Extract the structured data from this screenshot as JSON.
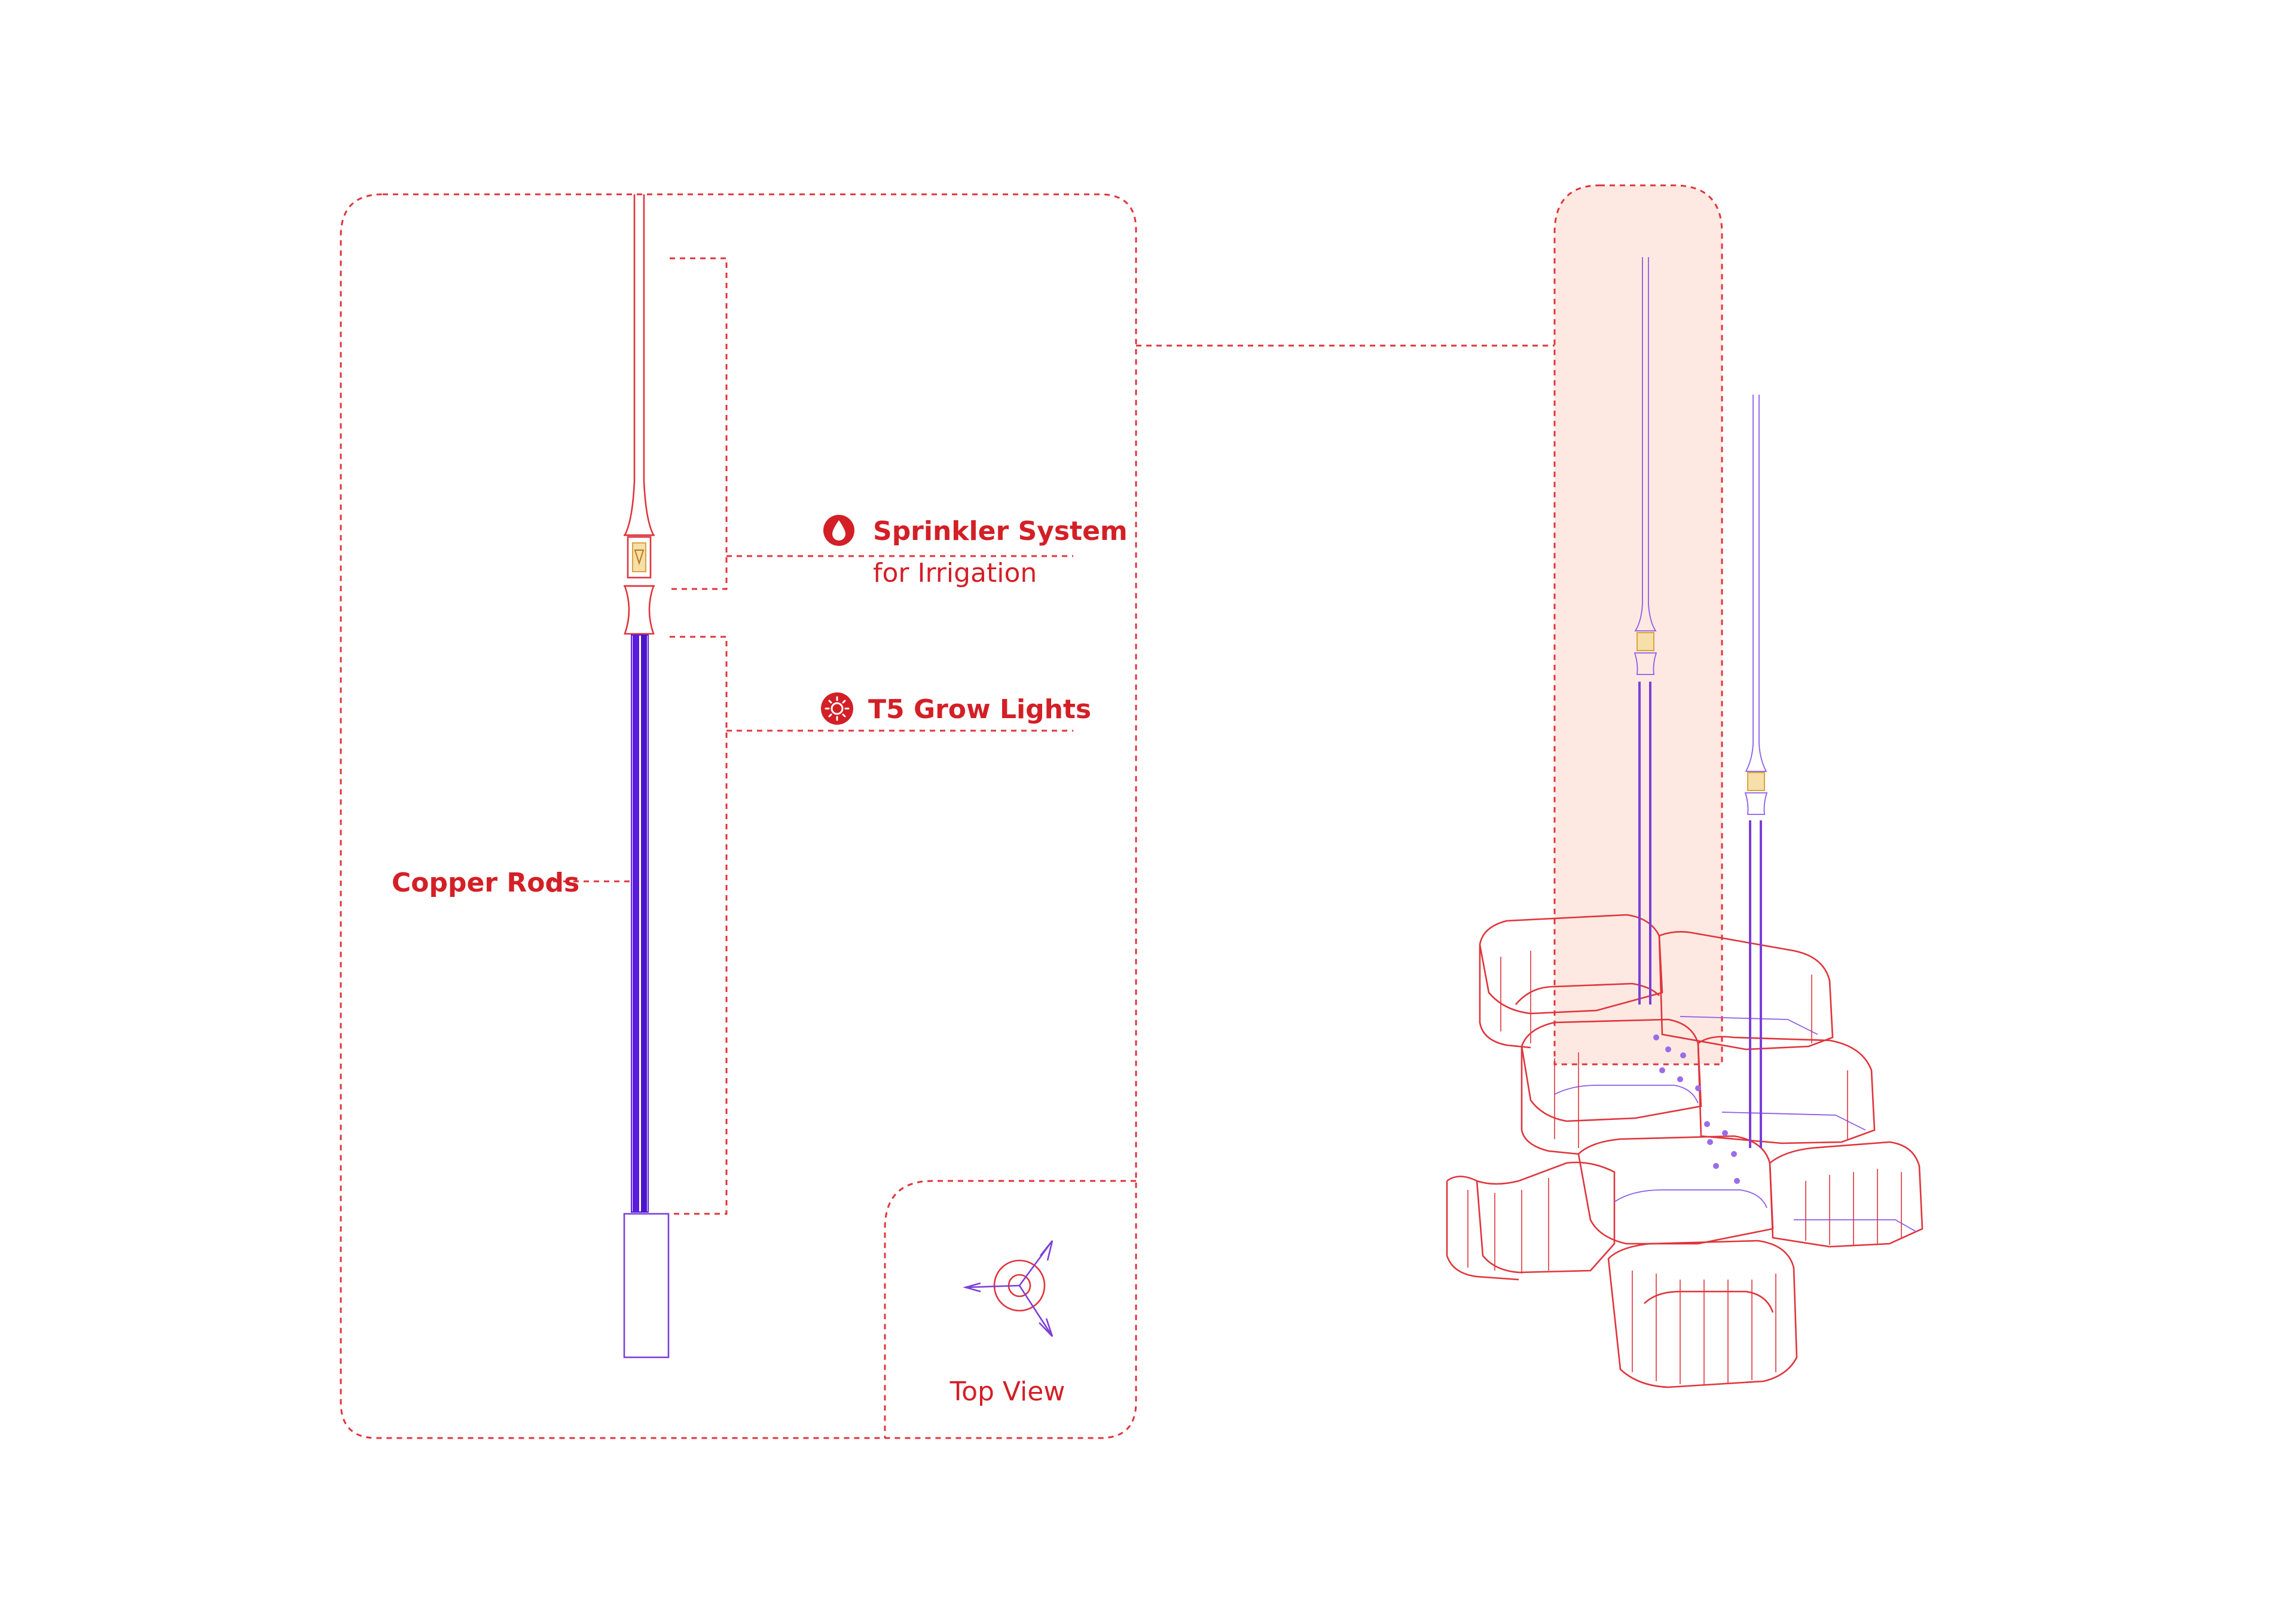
{
  "labels": {
    "sprinkler_title": "Sprinkler System",
    "sprinkler_sub": "for Irrigation",
    "grow_lights": "T5 Grow Lights",
    "copper_rods": "Copper Rods",
    "top_view": "Top View"
  },
  "icons": {
    "sprinkler": "water-drop-icon",
    "grow_lights": "sun-icon"
  },
  "colors": {
    "accent_red": "#d31f26",
    "line_red": "#e0343c",
    "rod_purple": "#5a1de0",
    "highlight": "#fde9e2",
    "brass": "#d9a441"
  }
}
